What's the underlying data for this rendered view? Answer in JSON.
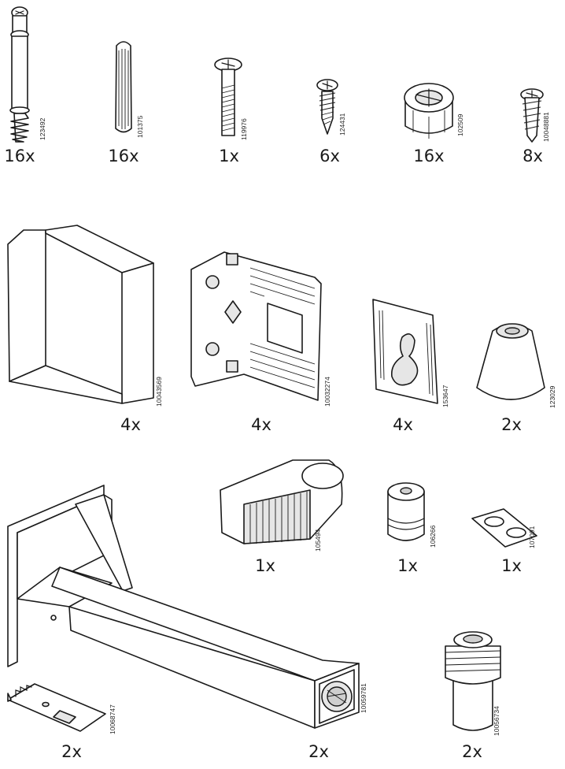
{
  "parts": [
    {
      "id": "p1",
      "code": "123492",
      "qty": "16x",
      "icon": "cam-bolt-icon"
    },
    {
      "id": "p2",
      "code": "101375",
      "qty": "16x",
      "icon": "wood-dowel-icon"
    },
    {
      "id": "p3",
      "code": "119976",
      "qty": "1x",
      "icon": "machine-screw-icon"
    },
    {
      "id": "p4",
      "code": "124431",
      "qty": "6x",
      "icon": "wood-screw-icon"
    },
    {
      "id": "p5",
      "code": "102509",
      "qty": "16x",
      "icon": "cam-lock-nut-icon"
    },
    {
      "id": "p6",
      "code": "10048881",
      "qty": "8x",
      "icon": "flat-screw-icon"
    },
    {
      "id": "p7",
      "code": "10043569",
      "qty": "4x",
      "icon": "l-bracket-icon"
    },
    {
      "id": "p8",
      "code": "10032274",
      "qty": "4x",
      "icon": "mounting-plate-icon"
    },
    {
      "id": "p9",
      "code": "153647",
      "qty": "4x",
      "icon": "keyhole-plate-icon"
    },
    {
      "id": "p10",
      "code": "123029",
      "qty": "2x",
      "icon": "rubber-foot-icon"
    },
    {
      "id": "p11",
      "code": "105494",
      "qty": "1x",
      "icon": "wedge-icon"
    },
    {
      "id": "p12",
      "code": "106266",
      "qty": "1x",
      "icon": "threaded-sleeve-icon"
    },
    {
      "id": "p13",
      "code": "107091",
      "qty": "1x",
      "icon": "bumper-pads-icon"
    },
    {
      "id": "p14",
      "code": "10068747",
      "qty": "2x",
      "icon": "clip-plate-icon"
    },
    {
      "id": "p15",
      "code": "10059781",
      "qty": "2x",
      "icon": "support-arm-icon"
    },
    {
      "id": "p16",
      "code": "10056734",
      "qty": "2x",
      "icon": "threaded-leg-icon"
    }
  ]
}
